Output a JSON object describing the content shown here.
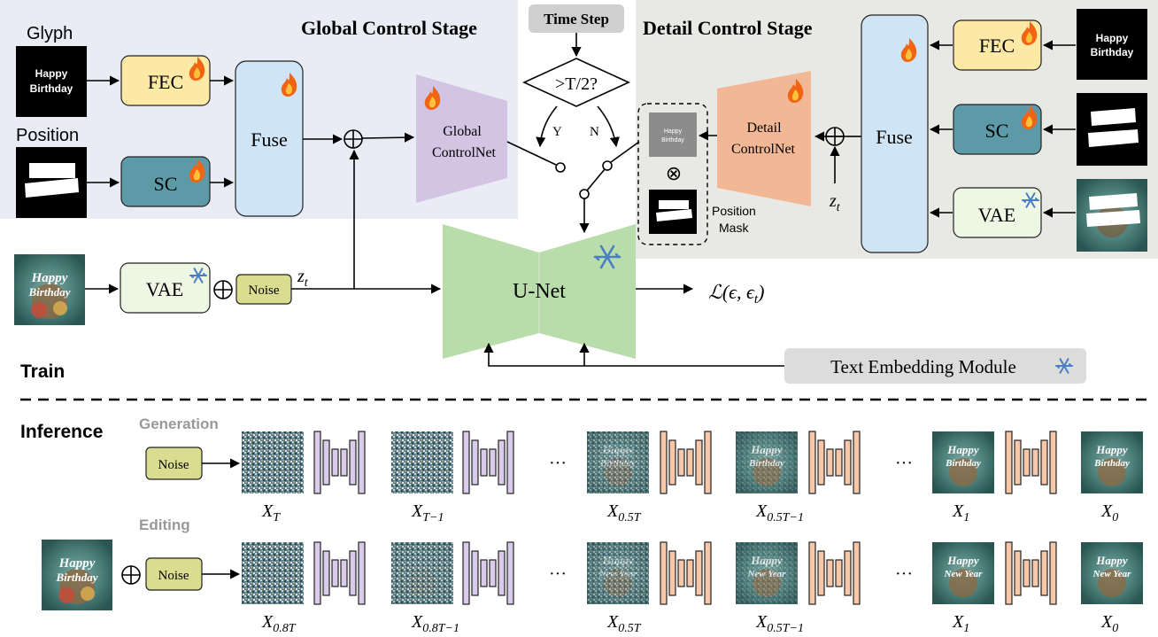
{
  "global_stage": {
    "title": "Global Control Stage",
    "glyph_label": "Glyph",
    "position_label": "Position",
    "glyph_text_line1": "Happy",
    "glyph_text_line2": "Birthday",
    "fec_label": "FEC",
    "sc_label": "SC",
    "fuse_label": "Fuse",
    "controlnet_line1": "Global",
    "controlnet_line2": "ControlNet"
  },
  "switch": {
    "time_step_label": "Time Step",
    "condition": ">T/2?",
    "yes": "Y",
    "no": "N"
  },
  "detail_stage": {
    "title": "Detail Control Stage",
    "fec_label": "FEC",
    "sc_label": "SC",
    "vae_label": "VAE",
    "fuse_label": "Fuse",
    "controlnet_line1": "Detail",
    "controlnet_line2": "ControlNet",
    "zt_label": "z",
    "zt_sub": "t",
    "glyph_text_line1": "Happy",
    "glyph_text_line2": "Birthday",
    "mask_label_line1": "Position",
    "mask_label_line2": "Mask",
    "mask_glyph_line1": "Happy",
    "mask_glyph_line2": "Birthday",
    "otimes": "⊗"
  },
  "main": {
    "vae_label": "VAE",
    "noise_label": "Noise",
    "zt_label": "z",
    "zt_sub": "t",
    "unet_label": "U-Net",
    "loss_label": "ℒ(ϵ, ϵ",
    "loss_sub": "t",
    "loss_close": ")",
    "text_embedding_label": "Text Embedding Module",
    "oplus": "⊕",
    "train_label": "Train"
  },
  "inference": {
    "title": "Inference",
    "generation_label": "Generation",
    "editing_label": "Editing",
    "noise_label": "Noise",
    "ellipsis": "···",
    "oplus": "⊕",
    "generation_labels": [
      {
        "base": "X",
        "sub": "T"
      },
      {
        "base": "X",
        "sub": "T−1"
      },
      {
        "base": "X",
        "sub": "0.5T"
      },
      {
        "base": "X",
        "sub": "0.5T−1"
      },
      {
        "base": "X",
        "sub": "1"
      },
      {
        "base": "X",
        "sub": "0"
      }
    ],
    "editing_labels": [
      {
        "base": "X",
        "sub": "0.8T"
      },
      {
        "base": "X",
        "sub": "0.8T−1"
      },
      {
        "base": "X",
        "sub": "0.5T"
      },
      {
        "base": "X",
        "sub": "0.5T−1"
      },
      {
        "base": "X",
        "sub": "1"
      },
      {
        "base": "X",
        "sub": "0"
      }
    ],
    "card_text_happy": "Happy",
    "card_text_birthday": "Birthday",
    "card_text_new_year": "New Year"
  },
  "colors": {
    "global_bg": "#e9ecf5",
    "detail_bg": "#e8e9e5",
    "fec": "#fce9a6",
    "sc": "#5d9aa8",
    "fuse": "#cfe5f5",
    "global_controlnet": "#d2c4e2",
    "detail_controlnet": "#f2b896",
    "vae": "#eef6e4",
    "noise": "#dadc8f",
    "unet": "#b9dcab",
    "text_embed": "#dcdcdc",
    "purple_block": "#d9cbe9",
    "orange_block": "#f6c8a9",
    "snowflake": "#4a7fc4",
    "flame": "#f06414"
  }
}
